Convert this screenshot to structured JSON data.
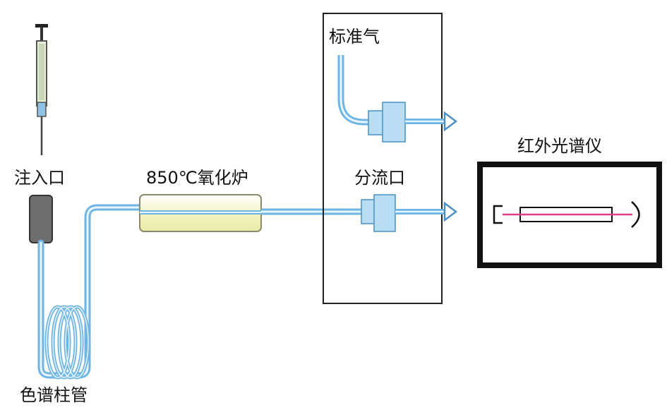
{
  "labels": {
    "injection_port": "注入口",
    "furnace": "850℃氧化炉",
    "standard_gas": "标准气",
    "split_port": "分流口",
    "ir_spectrometer": "红外光谱仪",
    "column": "色谱柱管"
  },
  "colors": {
    "tube_outer": "#6fb5e3",
    "tube_inner": "#e6f4fc",
    "furnace_fill": "#f3f5c4",
    "furnace_stroke": "#8a8a6a",
    "connector_fill": "#b9def4",
    "injector_fill": "#6e6e6e",
    "ir_frame": "#111111",
    "beam": "#e0408a"
  }
}
